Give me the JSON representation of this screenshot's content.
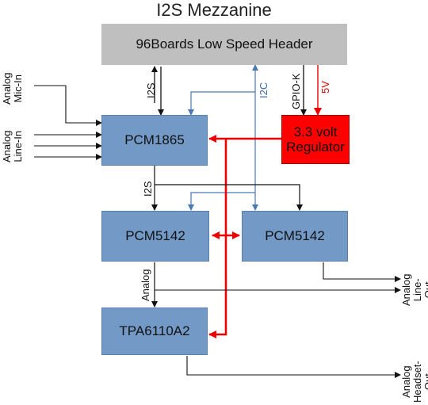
{
  "title": "I2S Mezzanine",
  "blocks": {
    "header": "96Boards Low Speed Header",
    "pcm1865": "PCM1865",
    "regulator_line1": "3.3 volt",
    "regulator_line2": "Regulator",
    "pcm5142_left": "PCM5142",
    "pcm5142_right": "PCM5142",
    "tpa": "TPA6110A2"
  },
  "signals": {
    "i2s_top": "I2S",
    "i2c": "I2C",
    "gpio": "GPIO-K",
    "fivev": "5V",
    "i2s_mid": "I2S",
    "analog_mid": "Analog"
  },
  "io": {
    "mic_in": [
      "Analog",
      "Mic-In"
    ],
    "line_in": [
      "Analog",
      "Line-In"
    ],
    "line_out": [
      "Analog",
      "Line-Out"
    ],
    "headset_out": [
      "Analog",
      "Headset-Out"
    ]
  },
  "colors": {
    "block_blue": "#7399c6",
    "header_grey": "#bfbfbf",
    "regulator_red": "#ff0000",
    "power_line": "#ee0000",
    "i2c_line": "#4a78b5",
    "signal_line": "#111111"
  }
}
